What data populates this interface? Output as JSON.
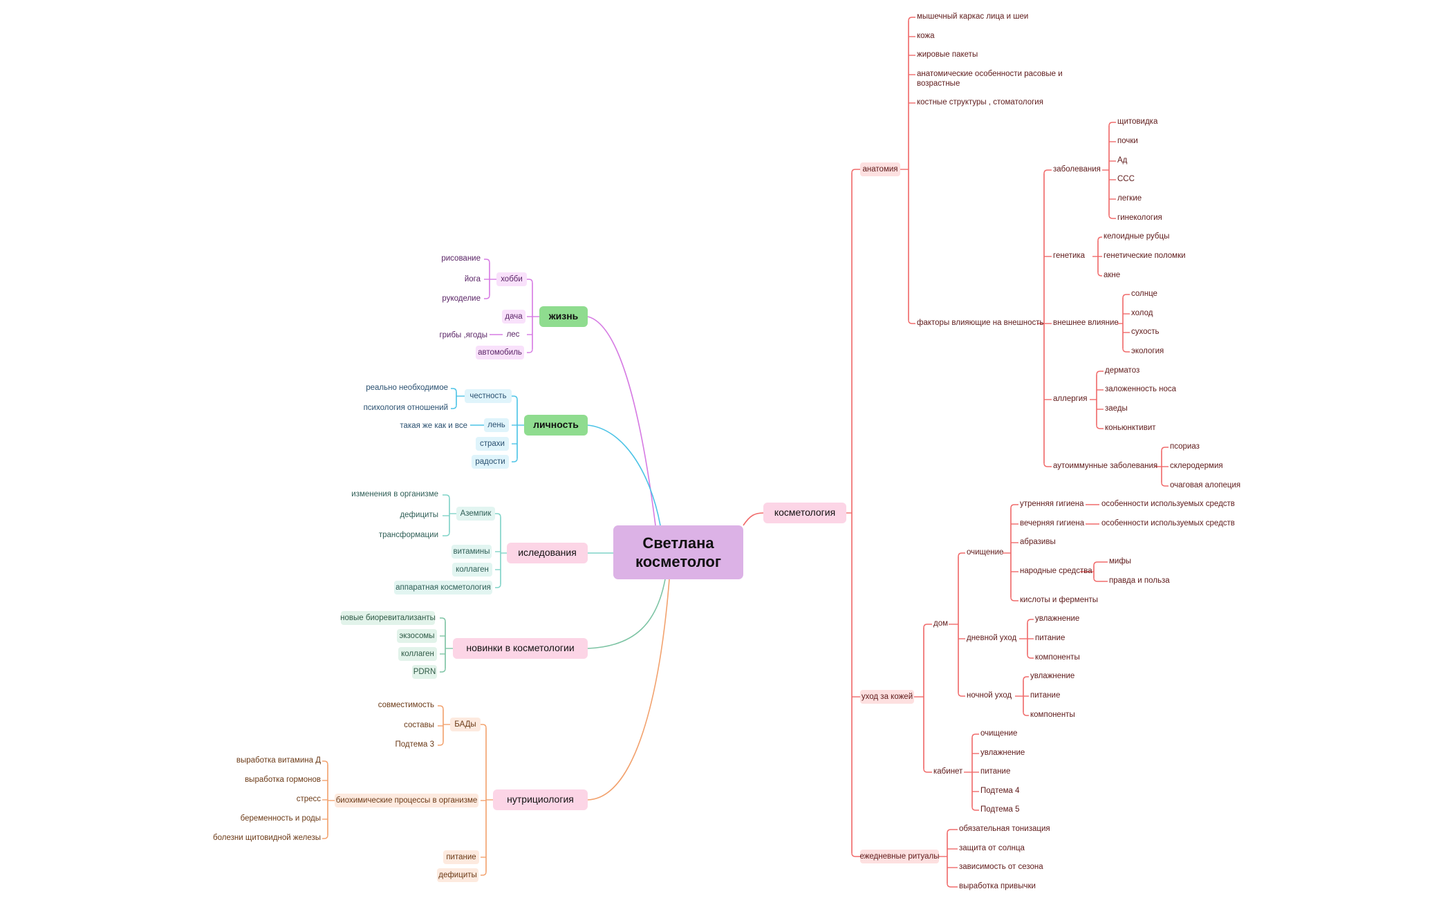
{
  "colors": {
    "root_bg": "#dcb2e6",
    "life": "#d67be3",
    "personality": "#4cc3e6",
    "research": "#7fd3c7",
    "novelties": "#7dc4a4",
    "nutrition": "#f2a26e",
    "cosmetology": "#f06a6a",
    "life_text": "#5a2566",
    "personality_text": "#2a5070",
    "research_text": "#2f5e56",
    "novelties_text": "#2f5a46",
    "nutrition_text": "#6b3a17",
    "cosmetology_text": "#5e1a1a"
  },
  "root": {
    "line1": "Светлана",
    "line2": "косметолог"
  },
  "branches": {
    "life": {
      "label": "жизнь",
      "hobby": "хобби",
      "hobby_items": [
        "рисование",
        "йога",
        "рукоделие"
      ],
      "dacha": "дача",
      "forest": "лес",
      "forest_item": "грибы ,ягоды",
      "car": "автомобиль"
    },
    "personality": {
      "label": "личность",
      "honesty": "честность",
      "honesty_items": [
        "реально необходимое",
        "психология отношений"
      ],
      "laziness": "лень",
      "laziness_item": "такая же как и все",
      "fears": "страхи",
      "joys": "радости"
    },
    "research": {
      "label": "иследования",
      "azempik": "Аземпик",
      "azempik_items": [
        "изменения в организме",
        "дефициты",
        "трансформации"
      ],
      "vitamins": "витамины",
      "collagen": "коллаген",
      "apparatus": "аппаратная косметология"
    },
    "novelties": {
      "label": "новинки в косметологии",
      "items": [
        "новые биоревитализанты",
        "экзосомы",
        "коллаген",
        "PDRN"
      ]
    },
    "nutrition": {
      "label": "нутрициология",
      "bads": "БАДы",
      "bads_items": [
        "совместимость",
        "составы",
        "Подтема 3"
      ],
      "bio": "биохимические процессы в организме",
      "bio_items": [
        "выработка витамина Д",
        "выработка гормонов",
        "стресс",
        "беременность и роды",
        "болезни щитовидной железы"
      ],
      "food": "питание",
      "deficits": "дефициты"
    },
    "cosmetology": {
      "label": "косметология",
      "anatomy": {
        "label": "анатомия",
        "items": [
          "мышечный каркас лица и шеи",
          "кожа",
          "жировые пакеты",
          "анатомические особенности расовые и возрастные",
          "костные структуры , стоматология"
        ],
        "factors": {
          "label": "факторы влияющие на внешность",
          "diseases": {
            "label": "заболевания",
            "items": [
              "щитовидка",
              "почки",
              "Ад",
              "ССС",
              "легкие",
              "гинекология"
            ]
          },
          "genetics": {
            "label": "генетика",
            "items": [
              "келоидные рубцы",
              "генетические поломки",
              "акне"
            ]
          },
          "external": {
            "label": "внешнее влияние",
            "items": [
              "солнце",
              "холод",
              "сухость",
              "экология"
            ]
          },
          "allergy": {
            "label": "аллергия",
            "items": [
              "дерматоз",
              "заложенность носа",
              "заеды",
              "коньюнктивит"
            ]
          },
          "autoimmune": {
            "label": "аутоиммунные заболевания",
            "items": [
              "псориаз",
              "склеродермия",
              "очаговая алопеция"
            ]
          }
        }
      },
      "skincare": {
        "label": "уход за кожей",
        "home": {
          "label": "дом",
          "cleansing": {
            "label": "очищение",
            "morning": "утренняя гигиена",
            "morning_note": "особенности используемых средств",
            "evening": "вечерняя гигиена",
            "evening_note": "особенности используемых средств",
            "abrasives": "абразивы",
            "folk": "народные средства",
            "folk_items": [
              "мифы",
              "правда и польза"
            ],
            "acids": "кислоты и ферменты"
          },
          "day": {
            "label": "дневной уход",
            "items": [
              "увлажнение",
              "питание",
              "компоненты"
            ]
          },
          "night": {
            "label": "ночной уход",
            "items": [
              "увлажнение",
              "питание",
              "компоненты"
            ]
          }
        },
        "cabinet": {
          "label": "кабинет",
          "items": [
            "очищение",
            "увлажнение",
            "питание",
            "Подтема 4",
            "Подтема 5"
          ]
        }
      },
      "rituals": {
        "label": "ежедневные ритуалы",
        "items": [
          "обязательная тонизация",
          "защита от солнца",
          "зависимость от сезона",
          "выработка привычки"
        ]
      }
    }
  }
}
